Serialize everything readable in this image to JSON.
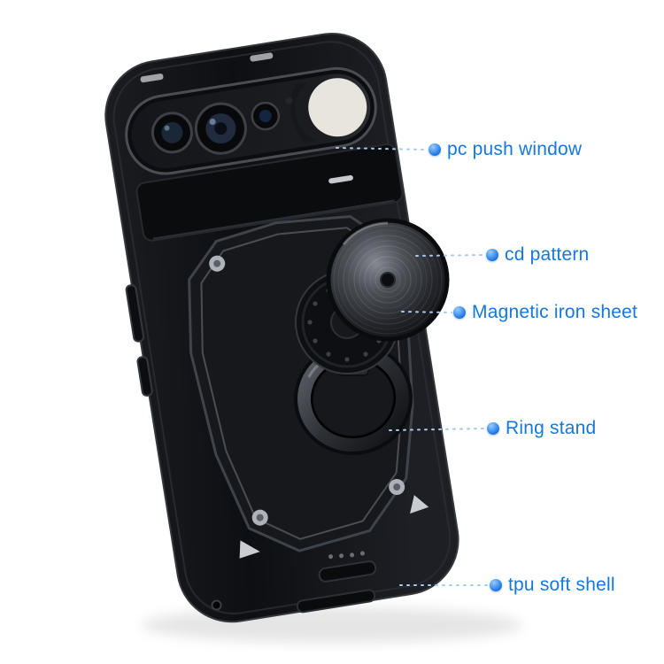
{
  "product": {
    "description": "black armored phone case with slide camera cover, ring kickstand and cd-pattern magnetic disc",
    "colors": {
      "background": "#ffffff",
      "case_body": "#121316",
      "annotation_text": "#1478e0",
      "annotation_dot": "#2f8df0",
      "callout_dash": "#a9c9ef"
    }
  },
  "annotations": [
    {
      "id": "pc-push-window",
      "label": "pc push window"
    },
    {
      "id": "cd-pattern",
      "label": "cd pattern"
    },
    {
      "id": "magnetic-iron-sheet",
      "label": "Magnetic iron sheet"
    },
    {
      "id": "ring-stand",
      "label": "Ring stand"
    },
    {
      "id": "tpu-soft-shell",
      "label": "tpu soft shell"
    }
  ]
}
